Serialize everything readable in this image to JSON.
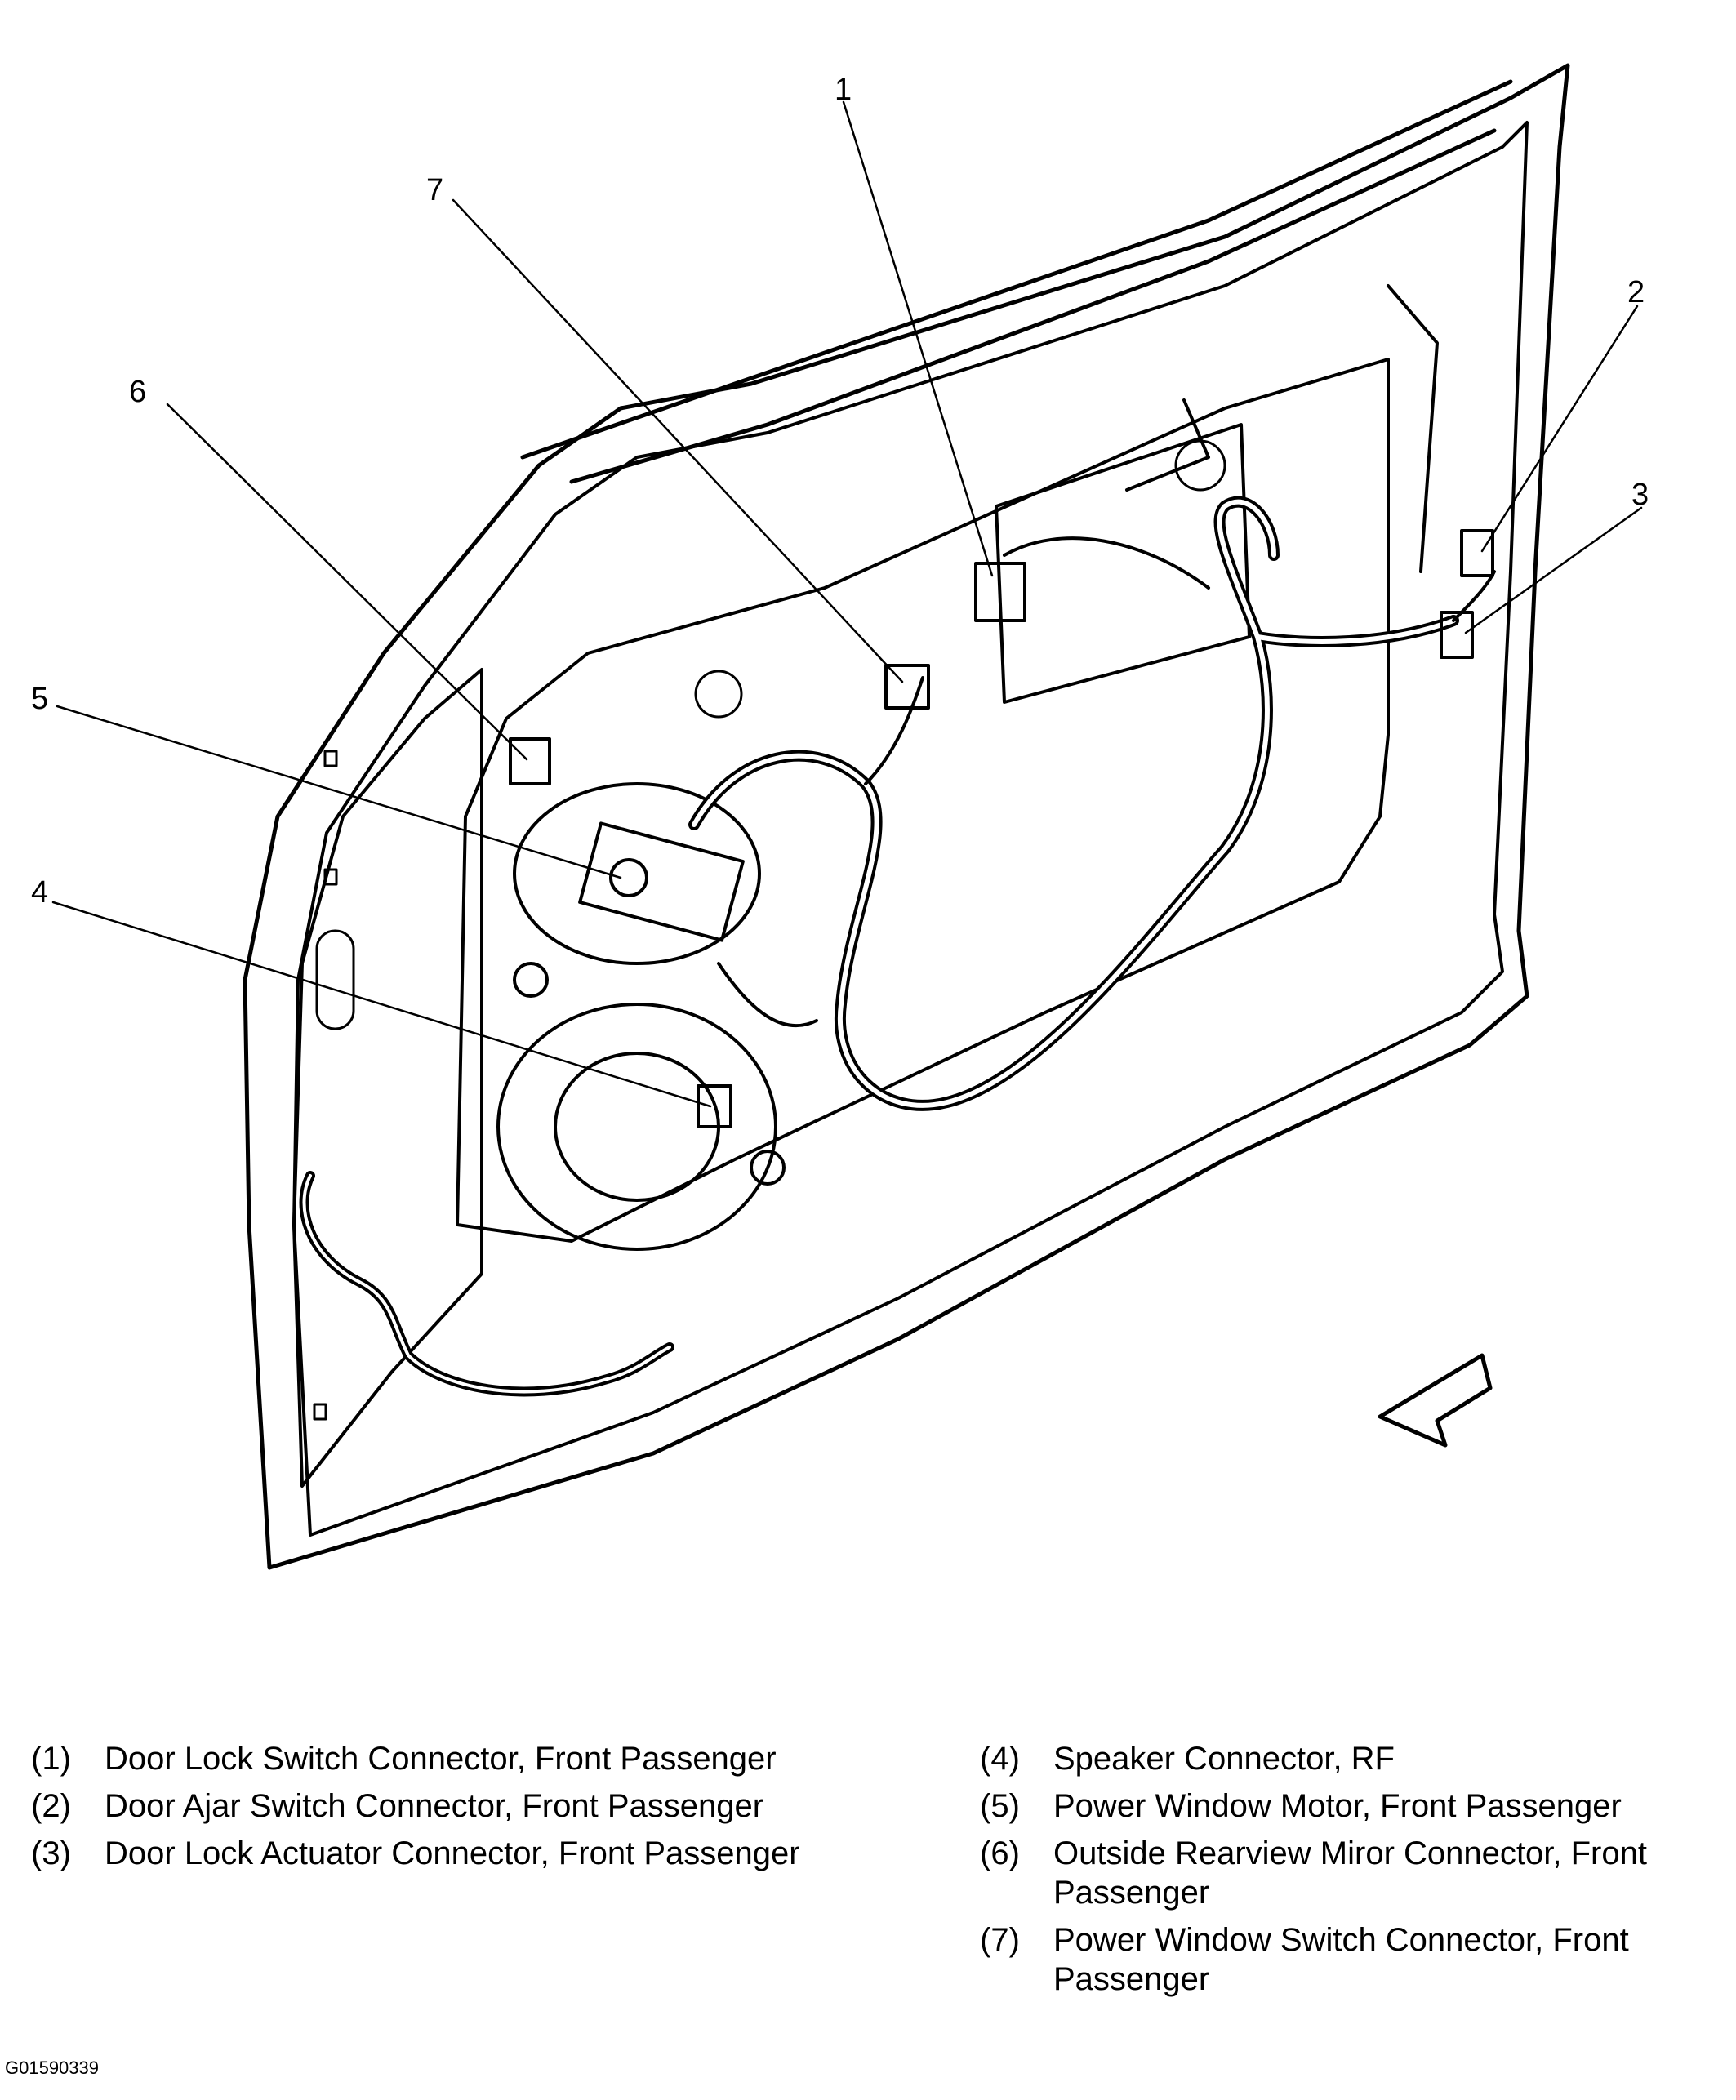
{
  "diagram": {
    "callouts": [
      "1",
      "2",
      "3",
      "4",
      "5",
      "6",
      "7"
    ]
  },
  "legend": {
    "items": [
      {
        "num": "(1)",
        "text": "Door Lock Switch Connector, Front Passenger"
      },
      {
        "num": "(2)",
        "text": "Door Ajar Switch Connector, Front Passenger"
      },
      {
        "num": "(3)",
        "text": "Door Lock Actuator Connector, Front Passenger"
      },
      {
        "num": "(4)",
        "text": "Speaker Connector, RF"
      },
      {
        "num": "(5)",
        "text": "Power Window Motor, Front Passenger"
      },
      {
        "num": "(6)",
        "text": "Outside Rearview Miror Connector, Front Passenger"
      },
      {
        "num": "(7)",
        "text": "Power Window Switch Connector, Front Passenger"
      }
    ]
  },
  "figure_id": "G01590339"
}
